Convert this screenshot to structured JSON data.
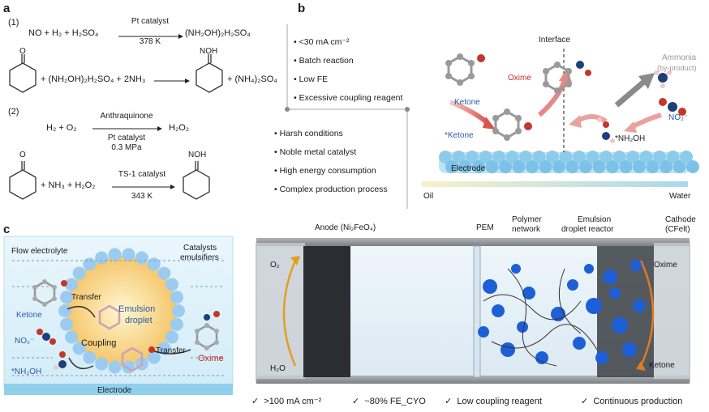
{
  "panels": {
    "a": "a",
    "b": "b",
    "c": "c"
  },
  "panel_a": {
    "r1_label": "(1)",
    "r1_left": "NO + H₂ + H₂SO₄",
    "r1_catalyst": "Pt catalyst",
    "r1_temp": "378 K",
    "r1_product": "(NH₂OH)₂H₂SO₄",
    "r1b_left": "+ (NH₂OH)₂H₂SO₄ + 2NH₃",
    "r1b_right": "+ (NH₄)₂SO₄",
    "ketone_o": "O",
    "oxime_noh": "NOH",
    "r2_label": "(2)",
    "r2_left": "H₂ + O₂",
    "r2_cat1": "Anthraquinone",
    "r2_cat2": "Pt catalyst",
    "r2_pressure": "0.3 MPa",
    "r2_product": "H₂O₂",
    "r2b_left": "+ NH₃ + H₂O₂",
    "r2b_cat": "TS-1 catalyst",
    "r2b_temp": "343 K"
  },
  "panel_b_bullets": {
    "top": [
      "<30 mA cm⁻²",
      "Batch reaction",
      "Low FE",
      "Excessive coupling reagent"
    ],
    "bottom": [
      "Harsh conditions",
      "Noble metal catalyst",
      "High energy consumption",
      "Complex production process"
    ]
  },
  "panel_b": {
    "interface": "Interface",
    "ammonia": "Ammonia",
    "byproduct": "(by-product)",
    "oxime": "Oxime",
    "ketone": "Ketone",
    "ketone_star": "*Ketone",
    "nh2oh_star": "*NH₂OH",
    "no2": "NO₂⁻",
    "electrode": "Electrode",
    "oil": "Oil",
    "water": "Water"
  },
  "panel_c_left": {
    "flow": "Flow electrolyte",
    "catalysts": "Catalysts",
    "emulsifiers": "emulsifiers",
    "transfer1": "Transfer",
    "emulsion": "Emulsion",
    "droplet": "droplet",
    "ketone": "Ketone",
    "no2": "NO₂⁻",
    "coupling": "Coupling",
    "transfer2": "Transfer",
    "oxime": "Oxime",
    "nh2oh": "*NH₂OH",
    "electrode": "Electrode"
  },
  "panel_c_right": {
    "anode": "Anode (Ni₂FeO₄)",
    "pem": "PEM",
    "polymer1": "Polymer",
    "polymer2": "network",
    "emulsion1": "Emulsion",
    "emulsion2": "droplet reactor",
    "cathode1": "Cathode",
    "cathode2": "(CFelt)",
    "o2": "O₂",
    "h2o": "H₂O",
    "oxime": "Oxime",
    "ketone": "Ketone"
  },
  "bottom_checks": [
    {
      "mark": "✓",
      "text": ">100 mA cm⁻²"
    },
    {
      "mark": "✓",
      "text": "~80% FE_CYO"
    },
    {
      "mark": "✓",
      "text": "Low coupling reagent"
    },
    {
      "mark": "✓",
      "text": "Continuous production"
    }
  ],
  "colors": {
    "red": "#c62828",
    "blue": "#2b5aa8",
    "droplet": "#1d5fd6",
    "electrode": "#7cc2e6"
  }
}
